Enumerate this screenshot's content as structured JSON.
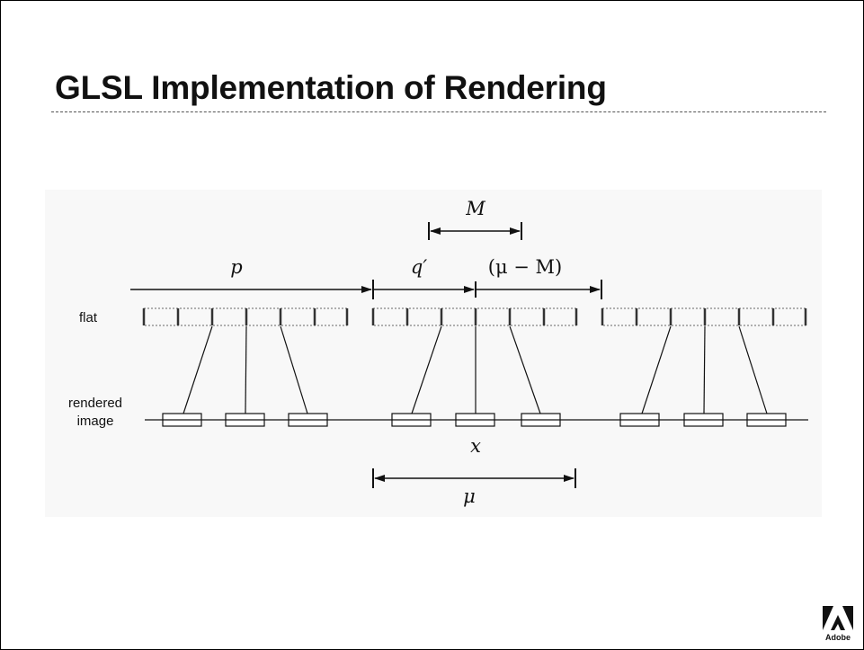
{
  "slide": {
    "title": "GLSL Implementation of Rendering"
  },
  "diagram": {
    "row_labels": {
      "flat": "flat",
      "rendered": [
        "rendered",
        "image"
      ]
    },
    "labels": {
      "p": "p",
      "q_prime": "q′",
      "M": "M",
      "mu_minus_M": "(μ − M)",
      "x": "x",
      "mu": "μ"
    }
  },
  "logo": {
    "text": "Adobe",
    "icon": "adobe-logo-icon",
    "color": "#111111"
  }
}
